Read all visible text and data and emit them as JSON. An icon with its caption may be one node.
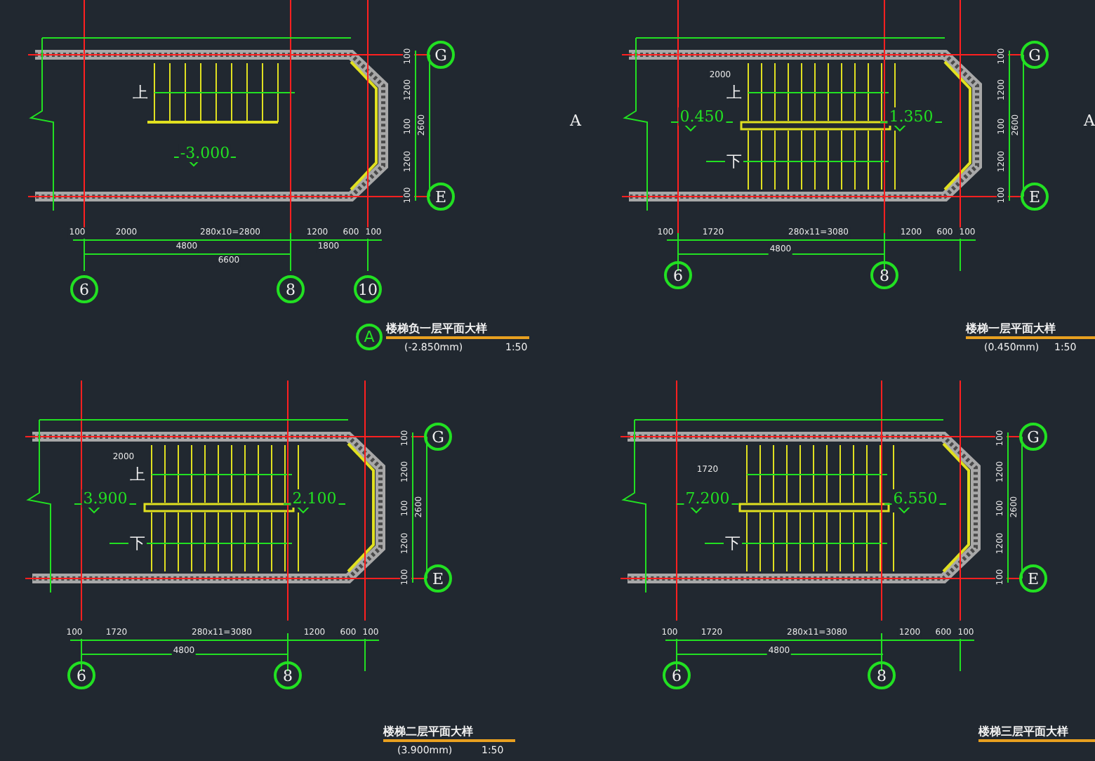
{
  "diagram": {
    "labels": [
      "上",
      "-3.000",
      "G",
      "E",
      "100",
      "1200",
      "100",
      "1200",
      "100",
      "2600",
      "100",
      "2000",
      "280x10=2800",
      "1200",
      "600",
      "100",
      "4800",
      "1800",
      "6600",
      "6",
      "8",
      "10",
      "A",
      "楼梯负一层平面大样",
      "(-2.850mm)",
      "1:50",
      "2000",
      "上",
      "0.450",
      "1.350",
      "下",
      "A",
      "A",
      "G",
      "E",
      "100",
      "1200",
      "100",
      "1200",
      "100",
      "2600",
      "100",
      "1720",
      "280x11=3080",
      "1200",
      "600",
      "100",
      "4800",
      "6",
      "8",
      "楼梯一层平面大样",
      "(0.450mm)",
      "1:50",
      "2000",
      "上",
      "3.900",
      "2.100",
      "下",
      "G",
      "E",
      "100",
      "1200",
      "100",
      "1200",
      "100",
      "2600",
      "100",
      "1720",
      "280x11=3080",
      "1200",
      "600",
      "100",
      "4800",
      "6",
      "8",
      "楼梯二层平面大样",
      "(3.900mm)",
      "1:50",
      "1720",
      "7.200",
      "6.550",
      "下",
      "G",
      "E",
      "100",
      "1200",
      "100",
      "1200",
      "100",
      "2600",
      "100",
      "1720",
      "280x11=3080",
      "1200",
      "600",
      "100",
      "4800",
      "6",
      "8",
      "楼梯三层平面大样"
    ]
  }
}
